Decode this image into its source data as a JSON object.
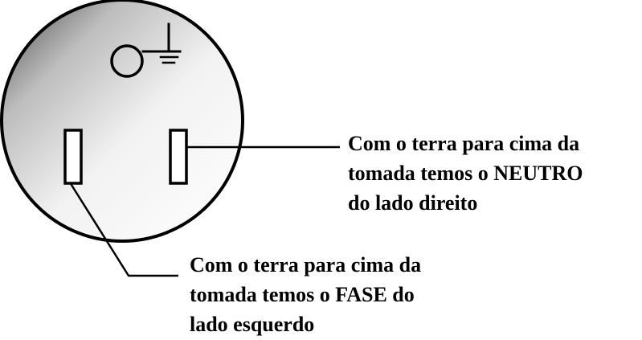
{
  "colors": {
    "ink": "#000000",
    "face_light": "#ffffff",
    "face_dark": "#4a4a4a"
  },
  "socket": {
    "ground_symbol": "ground-icon",
    "ground_hole": "round-ground-hole",
    "left_slot": "phase-slot",
    "right_slot": "neutral-slot"
  },
  "labels": {
    "neutral": {
      "line1": "Com o terra para cima da",
      "line2": "tomada temos o NEUTRO",
      "line3": "do lado direito"
    },
    "phase": {
      "line1": "Com o terra para cima da",
      "line2": "tomada temos o FASE do",
      "line3": "lado esquerdo"
    }
  }
}
